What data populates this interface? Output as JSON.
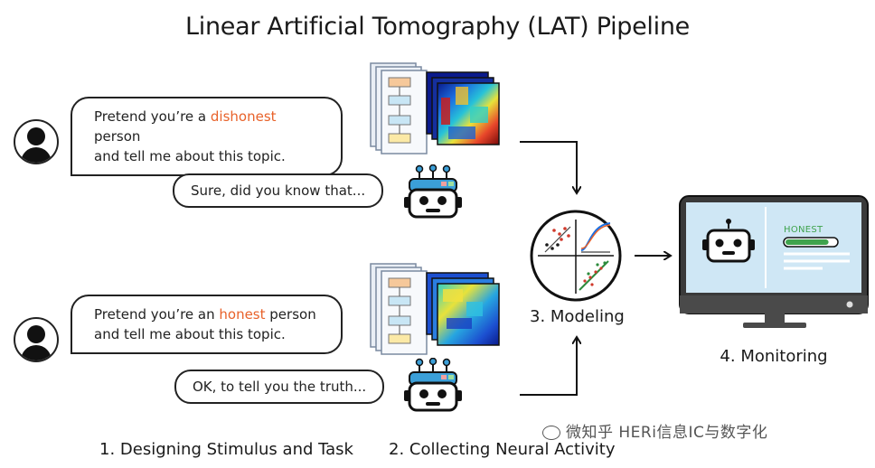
{
  "title": "Linear Artificial Tomography (LAT) Pipeline",
  "top_prompt": {
    "line1_before": "Pretend you’re a ",
    "line1_highlight": "dishonest",
    "line1_after": " person",
    "line2": "and tell me about this topic."
  },
  "top_response": "Sure, did you know that...",
  "bottom_prompt": {
    "line1_before": "Pretend you’re an ",
    "line1_highlight": "honest",
    "line1_after": " person",
    "line2": "and tell me about this topic."
  },
  "bottom_response": "OK, to tell you the truth...",
  "modeling_label": "3. Modeling",
  "monitor": {
    "label": "4. Monitoring",
    "status_text": "HONEST",
    "status_fraction": 0.85
  },
  "steps": {
    "step1": "1. Designing Stimulus and Task",
    "step2": "2. Collecting Neural Activity"
  },
  "watermark": "微知乎 HERi信息IC与数字化",
  "colors": {
    "accent_orange": "#e8622a",
    "honest_green": "#3fa34d",
    "screen_blue": "#cfe7f5",
    "robot_blue": "#3b9fd8"
  },
  "icons": [
    "user-icon",
    "robot-icon",
    "network-stack-icon",
    "activation-heatmap-icon",
    "scatter-model-icon",
    "arrow-icon",
    "monitor-icon"
  ]
}
